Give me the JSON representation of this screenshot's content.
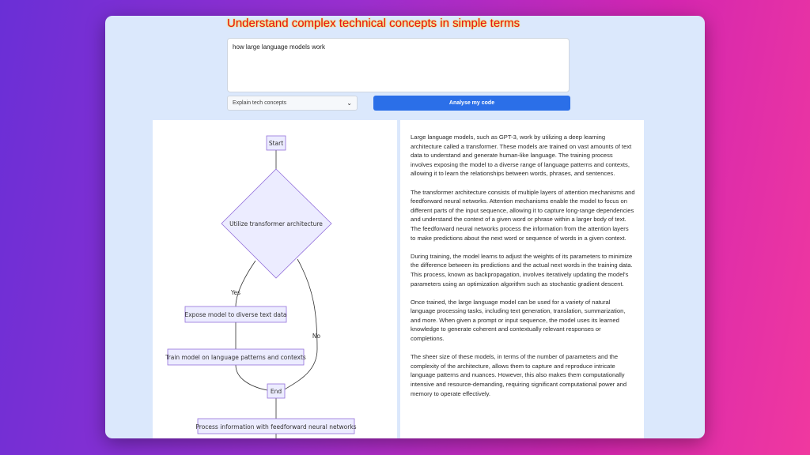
{
  "headline": "Understand complex technical concepts in simple terms",
  "query": {
    "value": "how large language models work",
    "placeholder": ""
  },
  "mode_select": {
    "selected": "Explain tech concepts"
  },
  "analyse_button": "Analyse my code",
  "flowchart": {
    "nodes": {
      "start": "Start",
      "decision": "Utilize transformer architecture",
      "expose": "Expose model to diverse text data",
      "train": "Train model on language patterns and contexts",
      "end": "End",
      "process": "Process information with feedforward neural networks"
    },
    "edges": {
      "yes": "Yes",
      "no": "No"
    }
  },
  "explanation": {
    "paragraphs": [
      "Large language models, such as GPT-3, work by utilizing a deep learning architecture called a transformer. These models are trained on vast amounts of text data to understand and generate human-like language. The training process involves exposing the model to a diverse range of language patterns and contexts, allowing it to learn the relationships between words, phrases, and sentences.",
      "The transformer architecture consists of multiple layers of attention mechanisms and feedforward neural networks. Attention mechanisms enable the model to focus on different parts of the input sequence, allowing it to capture long-range dependencies and understand the context of a given word or phrase within a larger body of text. The feedforward neural networks process the information from the attention layers to make predictions about the next word or sequence of words in a given context.",
      "During training, the model learns to adjust the weights of its parameters to minimize the difference between its predictions and the actual next words in the training data. This process, known as backpropagation, involves iteratively updating the model's parameters using an optimization algorithm such as stochastic gradient descent.",
      "Once trained, the large language model can be used for a variety of natural language processing tasks, including text generation, translation, summarization, and more. When given a prompt or input sequence, the model uses its learned knowledge to generate coherent and contextually relevant responses or completions.",
      "The sheer size of these models, in terms of the number of parameters and the complexity of the architecture, allows them to capture and reproduce intricate language patterns and nuances. However, this also makes them computationally intensive and resource-demanding, requiring significant computational power and memory to operate effectively."
    ]
  }
}
